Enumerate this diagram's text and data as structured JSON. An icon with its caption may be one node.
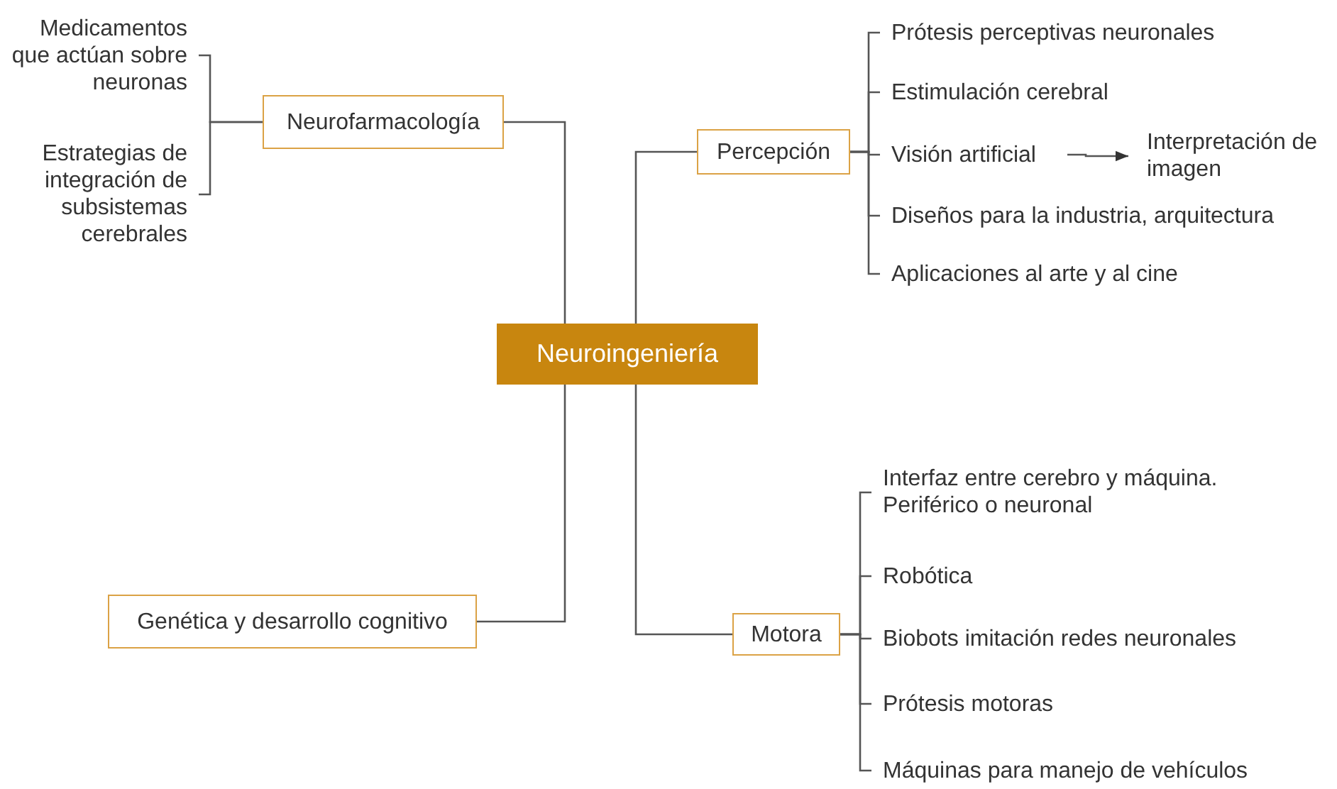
{
  "diagram": {
    "nodes": [
      {
        "text": [
          "Neuroingeniería"
        ]
      },
      {
        "text": [
          "Neurofarmacología"
        ]
      },
      {
        "text": [
          "Medicamentos que actúan sobre neuronas"
        ]
      },
      {
        "text": [
          "Estrategias de integración de subsistemas cerebrales"
        ]
      },
      {
        "text": [
          "Percepción"
        ]
      },
      {
        "text": [
          "Prótesis perceptivas neuronales"
        ]
      },
      {
        "text": [
          "Estimulación cerebral"
        ]
      },
      {
        "text": [
          "Visión artificial"
        ]
      },
      {
        "text": [
          "Interpretación de imagen"
        ]
      },
      {
        "text": [
          "Diseños para la industria, arquitectura"
        ]
      },
      {
        "text": [
          "Aplicaciones al arte y al cine"
        ]
      },
      {
        "text": [
          "Genética y desarrollo cognitivo"
        ]
      },
      {
        "text": [
          "Motora"
        ]
      },
      {
        "text": [
          "Interfaz entre cerebro y máquina. Periférico o neuronal"
        ]
      },
      {
        "text": [
          "Robótica"
        ]
      },
      {
        "text": [
          "Biobots imitación redes neuronales"
        ]
      },
      {
        "text": [
          "Prótesis motoras"
        ]
      },
      {
        "text": [
          "Máquinas para manejo de vehículos"
        ]
      }
    ],
    "edges": [
      {
        "from": 0,
        "to": 1,
        "arrow": "none"
      },
      {
        "from": 0,
        "to": 4,
        "arrow": "none"
      },
      {
        "from": 0,
        "to": 11,
        "arrow": "none"
      },
      {
        "from": 0,
        "to": 12,
        "arrow": "none"
      },
      {
        "from": 1,
        "to": 2,
        "arrow": "none"
      },
      {
        "from": 1,
        "to": 3,
        "arrow": "none"
      },
      {
        "from": 4,
        "to": 5,
        "arrow": "none"
      },
      {
        "from": 4,
        "to": 6,
        "arrow": "none"
      },
      {
        "from": 4,
        "to": 7,
        "arrow": "none"
      },
      {
        "from": 4,
        "to": 9,
        "arrow": "none"
      },
      {
        "from": 4,
        "to": 10,
        "arrow": "none"
      },
      {
        "from": 7,
        "to": 8,
        "arrow": "to"
      },
      {
        "from": 12,
        "to": 13,
        "arrow": "none"
      },
      {
        "from": 12,
        "to": 14,
        "arrow": "none"
      },
      {
        "from": 12,
        "to": 15,
        "arrow": "none"
      },
      {
        "from": 12,
        "to": 16,
        "arrow": "none"
      },
      {
        "from": 12,
        "to": 17,
        "arrow": "none"
      }
    ]
  }
}
